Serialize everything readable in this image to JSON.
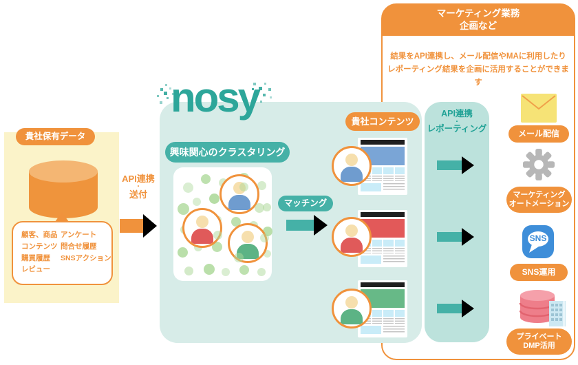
{
  "brand": {
    "logo_text": "nosy"
  },
  "colors": {
    "orange": "#f0923c",
    "teal": "#45b1a7",
    "teal_text": "#21a296",
    "logo_teal": "#2da69a",
    "panel_teal": "#d7ece8",
    "column_teal": "#bce2dc",
    "yellow_panel": "#fbf3c9",
    "dot_green": "#aed99b",
    "skin": "#f6dfad",
    "person_blue": "#6f9ccf",
    "person_red": "#e05a5a",
    "person_green": "#5cb385",
    "hero_blue": "#7aa5d6",
    "hero_red": "#e25959",
    "hero_green": "#67b987",
    "tile": "#c9ecf8",
    "cylinder": "#ef943c",
    "cylinder_top": "#f4b673",
    "envelope_yellow": "#f6e376",
    "gear_gray": "#b7b7b7",
    "sns_blue": "#3e8ed9",
    "dmp_pink": "#ee7e8a",
    "dmp_pink_top": "#f5a0aa",
    "building_blue": "#cde8f2"
  },
  "left_panel": {
    "badge": "貴社保有データ",
    "bubble_col1_lines": [
      "顧客、商品",
      "コンテンツ",
      "購買履歴",
      "レビュー"
    ],
    "bubble_col2_lines": [
      "アンケート",
      "問合せ履歴",
      "SNSアクション"
    ]
  },
  "flow": {
    "input_arrow_lines": [
      "API連携",
      "・",
      "送付"
    ],
    "clustering_badge": "興味関心のクラスタリング",
    "matching_badge": "マッチング",
    "content_badge": "貴社コンテンツ",
    "api_column_lines": [
      "API連携",
      "・",
      "レポーティング"
    ]
  },
  "right_panel": {
    "header_lines": [
      "マーケティング業務",
      "企画など"
    ],
    "description_lines": [
      "結果をAPI連携し、メール配信やMAに利用したり",
      "レポーティング結果を企画に活用することができます"
    ],
    "items": [
      {
        "label_lines": [
          "メール配信"
        ]
      },
      {
        "label_lines": [
          "マーケティング",
          "オートメーション"
        ]
      },
      {
        "icon_text": "SNS",
        "label_lines": [
          "SNS運用"
        ]
      },
      {
        "label_lines": [
          "プライベート",
          "DMP活用"
        ]
      }
    ]
  }
}
